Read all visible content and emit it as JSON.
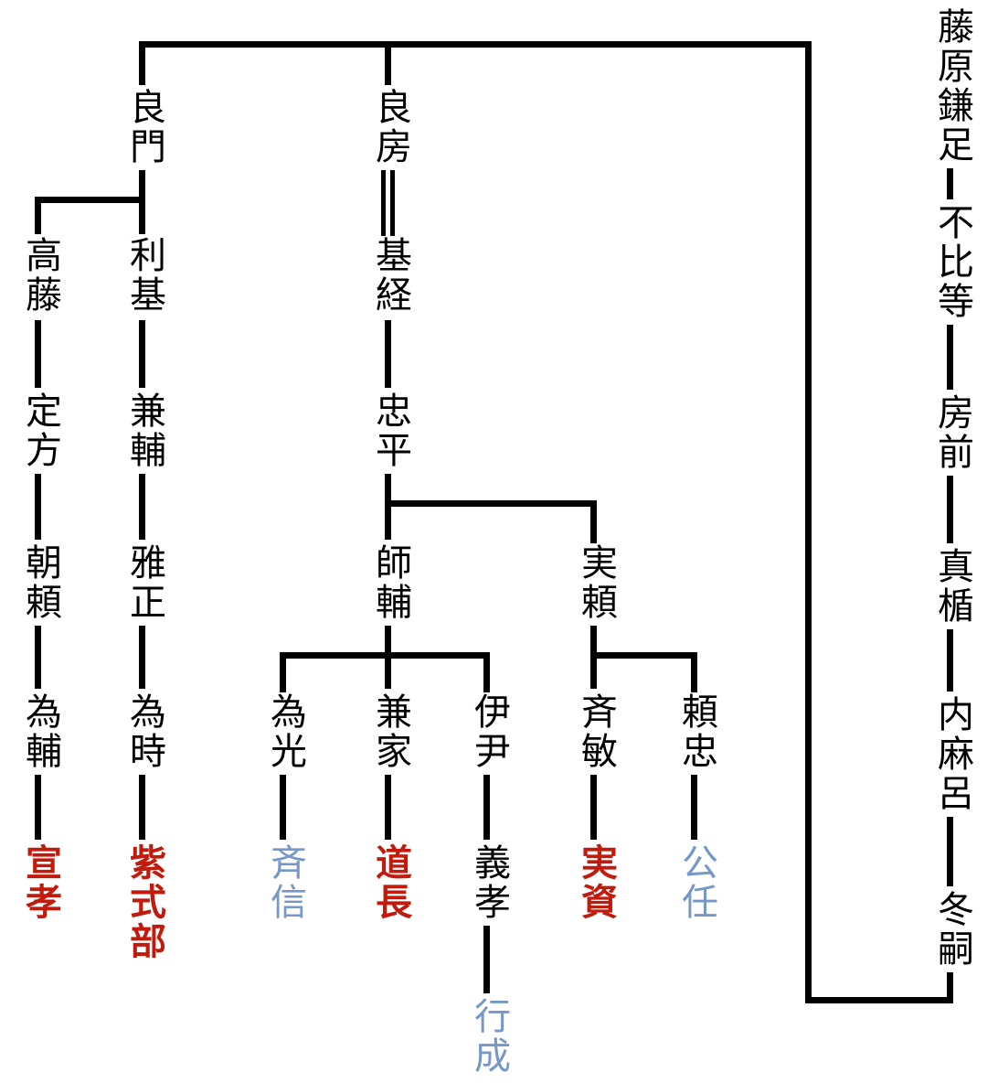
{
  "diagram": {
    "type": "family-tree",
    "clan_root": "藤原鎌足",
    "colors": {
      "line": "#000000",
      "text_default": "#000000",
      "text_red": "#c11b0e",
      "text_blue": "#7598c8"
    },
    "nodes": {
      "kamatari": {
        "label": "藤原鎌足",
        "color": "black"
      },
      "fuhito": {
        "label": "不比等",
        "color": "black"
      },
      "fusasaki": {
        "label": "房前",
        "color": "black"
      },
      "matate": {
        "label": "真楯",
        "color": "black"
      },
      "uchimaro": {
        "label": "内麻呂",
        "color": "black"
      },
      "fuyutsugu": {
        "label": "冬嗣",
        "color": "black"
      },
      "yoshikado": {
        "label": "良門",
        "color": "black"
      },
      "yoshifusa": {
        "label": "良房",
        "color": "black"
      },
      "takafuji": {
        "label": "高藤",
        "color": "black"
      },
      "toshimoto": {
        "label": "利基",
        "color": "black"
      },
      "mototsune": {
        "label": "基経",
        "color": "black"
      },
      "sadakata": {
        "label": "定方",
        "color": "black"
      },
      "kanesuke": {
        "label": "兼輔",
        "color": "black"
      },
      "tadahira": {
        "label": "忠平",
        "color": "black"
      },
      "asayori": {
        "label": "朝頼",
        "color": "black"
      },
      "masatada": {
        "label": "雅正",
        "color": "black"
      },
      "morosuke": {
        "label": "師輔",
        "color": "black"
      },
      "saneyori": {
        "label": "実頼",
        "color": "black"
      },
      "tamesuke": {
        "label": "為輔",
        "color": "black"
      },
      "tametoki": {
        "label": "為時",
        "color": "black"
      },
      "tamemitsu": {
        "label": "為光",
        "color": "black"
      },
      "kaneie": {
        "label": "兼家",
        "color": "black"
      },
      "koretada": {
        "label": "伊尹",
        "color": "black"
      },
      "sanetoshi": {
        "label": "斉敏",
        "color": "black"
      },
      "yoritada": {
        "label": "頼忠",
        "color": "black"
      },
      "nobutaka": {
        "label": "宣孝",
        "color": "red"
      },
      "murasaki": {
        "label": "紫式部",
        "color": "red"
      },
      "tadanobu": {
        "label": "斉信",
        "color": "blue"
      },
      "michinaga": {
        "label": "道長",
        "color": "red"
      },
      "yoshitaka": {
        "label": "義孝",
        "color": "black"
      },
      "sanesuke": {
        "label": "実資",
        "color": "red"
      },
      "kinto": {
        "label": "公任",
        "color": "blue"
      },
      "yukinari": {
        "label": "行成",
        "color": "blue"
      }
    },
    "edges": [
      [
        "藤原鎌足",
        "不比等"
      ],
      [
        "不比等",
        "房前"
      ],
      [
        "房前",
        "真楯"
      ],
      [
        "真楯",
        "内麻呂"
      ],
      [
        "内麻呂",
        "冬嗣"
      ],
      [
        "冬嗣",
        "良門"
      ],
      [
        "冬嗣",
        "良房"
      ],
      [
        "良門",
        "高藤"
      ],
      [
        "良門",
        "利基"
      ],
      [
        "高藤",
        "定方"
      ],
      [
        "定方",
        "朝頼"
      ],
      [
        "朝頼",
        "為輔"
      ],
      [
        "為輔",
        "宣孝"
      ],
      [
        "利基",
        "兼輔"
      ],
      [
        "兼輔",
        "雅正"
      ],
      [
        "雅正",
        "為時"
      ],
      [
        "為時",
        "紫式部"
      ],
      [
        "基経",
        "忠平"
      ],
      [
        "忠平",
        "師輔"
      ],
      [
        "忠平",
        "実頼"
      ],
      [
        "師輔",
        "為光"
      ],
      [
        "師輔",
        "兼家"
      ],
      [
        "師輔",
        "伊尹"
      ],
      [
        "為光",
        "斉信"
      ],
      [
        "兼家",
        "道長"
      ],
      [
        "伊尹",
        "義孝"
      ],
      [
        "義孝",
        "行成"
      ],
      [
        "実頼",
        "斉敏"
      ],
      [
        "実頼",
        "頼忠"
      ],
      [
        "斉敏",
        "実資"
      ],
      [
        "頼忠",
        "公任"
      ]
    ],
    "special_edge": {
      "from": "良房",
      "to": "基経",
      "style": "double-line"
    }
  }
}
